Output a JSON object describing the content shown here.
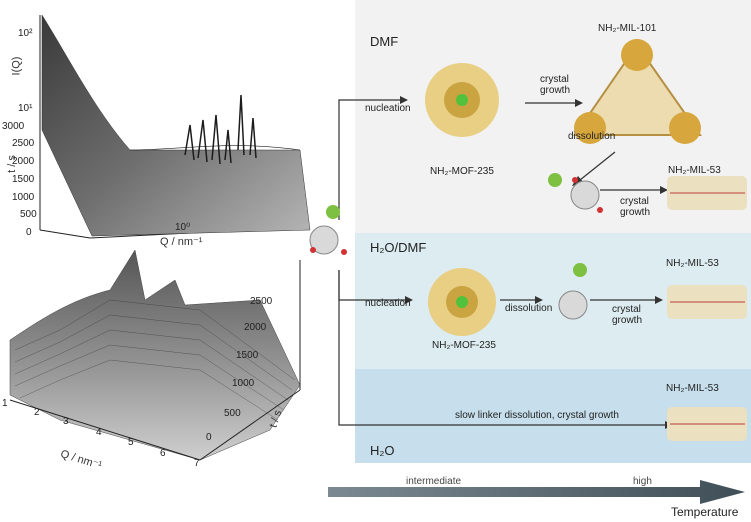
{
  "top_plot": {
    "y_label": "I(Q)",
    "y_ticks": [
      "10²",
      "10¹"
    ],
    "t_label": "t / s",
    "t_ticks": [
      "3000",
      "2500",
      "2000",
      "1500",
      "1000",
      "500",
      "0"
    ],
    "q_label": "Q / nm⁻¹",
    "q_ticks": [
      "10⁰"
    ]
  },
  "bottom_plot": {
    "q_label": "Q / nm⁻¹",
    "q_ticks": [
      "1",
      "2",
      "3",
      "4",
      "5",
      "6",
      "7"
    ],
    "t_label": "t / s",
    "t_ticks": [
      "2500",
      "2000",
      "1500",
      "1000",
      "500",
      "0"
    ]
  },
  "diagram": {
    "solvents": {
      "dmf": "DMF",
      "mix": "H₂O/DMF",
      "water": "H₂O"
    },
    "processes": {
      "nucleation_1": "nucleation",
      "crystal_growth_1": "crystal growth",
      "dissolution_1": "dissolution",
      "crystal_growth_2": "crystal growth",
      "nucleation_2": "nucleation",
      "dissolution_2": "dissolution",
      "crystal_growth_3": "crystal growth",
      "slow": "slow linker dissolution, crystal growth"
    },
    "products": {
      "mil101": "NH₂-MIL-101",
      "mof235_1": "NH₂-MOF-235",
      "mil53_1": "NH₂-MIL-53",
      "mof235_2": "NH₂-MOF-235",
      "mil53_2": "NH₂-MIL-53",
      "mil53_3": "NH₂-MIL-53"
    },
    "temperature": {
      "low": "intermediate",
      "high": "high",
      "axis": "Temperature"
    }
  }
}
